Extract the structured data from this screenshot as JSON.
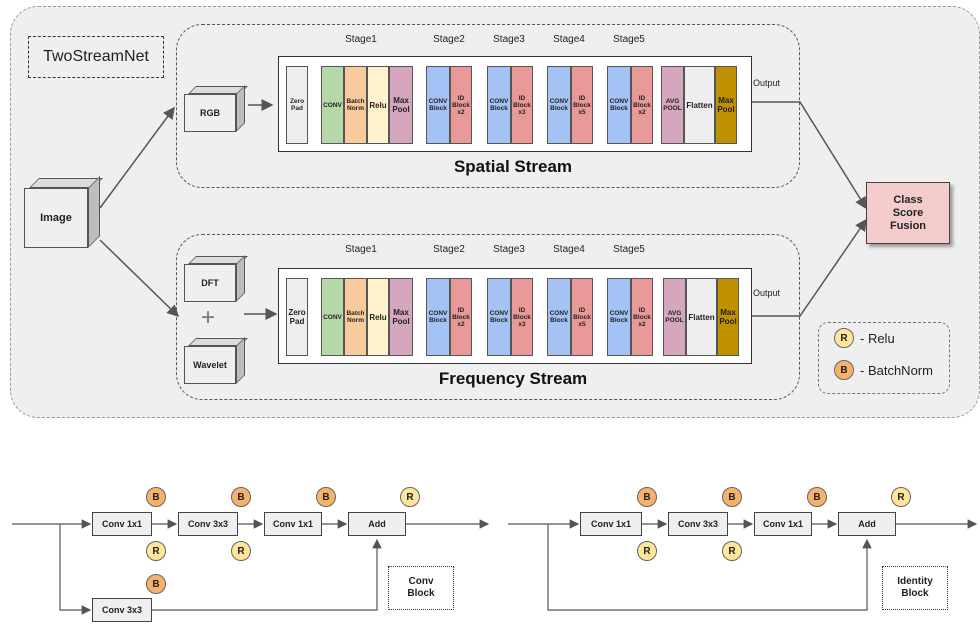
{
  "diagram": {
    "title": "TwoStreamNet",
    "image_label": "Image",
    "spatial": {
      "input_label": "RGB",
      "stream_title": "Spatial Stream",
      "output_label": "Output",
      "zero_pad": "Zero Pad"
    },
    "frequency": {
      "input_top": "DFT",
      "input_bottom": "Wavelet",
      "plus_symbol": "+",
      "stream_title": "Frequency Stream",
      "output_label": "Output",
      "zero_pad": "Zero Pad"
    },
    "stages": [
      "Stage1",
      "Stage2",
      "Stage3",
      "Stage4",
      "Stage5"
    ],
    "layers": {
      "conv": "CONV",
      "batch_norm": "Batch Norm",
      "relu": "Relu",
      "max_pool": "Max Pool",
      "conv_block": "CONV Block",
      "id_block_x2": "ID Block x2",
      "id_block_x3": "ID Block x3",
      "id_block_x5": "ID Block x5",
      "avg_pool": "AVG POOL",
      "flatten": "Flatten"
    },
    "fusion_label": "Class Score Fusion",
    "legend": {
      "r_symbol": "R",
      "r_text": "- Relu",
      "b_symbol": "B",
      "b_text": "- BatchNorm"
    },
    "conv_block_panel": {
      "ops": [
        "Conv 1x1",
        "Conv 3x3",
        "Conv 1x1",
        "Add"
      ],
      "shortcut_op": "Conv 3x3",
      "label": "Conv Block",
      "b": "B",
      "r": "R"
    },
    "identity_block_panel": {
      "ops": [
        "Conv 1x1",
        "Conv 3x3",
        "Conv 1x1",
        "Add"
      ],
      "label": "Identity Block",
      "b": "B",
      "r": "R"
    }
  },
  "colors": {
    "green": "#b6d7a8",
    "orange": "#f9cb9c",
    "yellow": "#fff2cc",
    "purple": "#d5a6bd",
    "blue": "#a4c2f4",
    "red": "#ea9999",
    "gold": "#bf9000",
    "fusion": "#f4cccc",
    "panel_blue": "#cfe2f3",
    "panel_red": "#e69a9a"
  }
}
